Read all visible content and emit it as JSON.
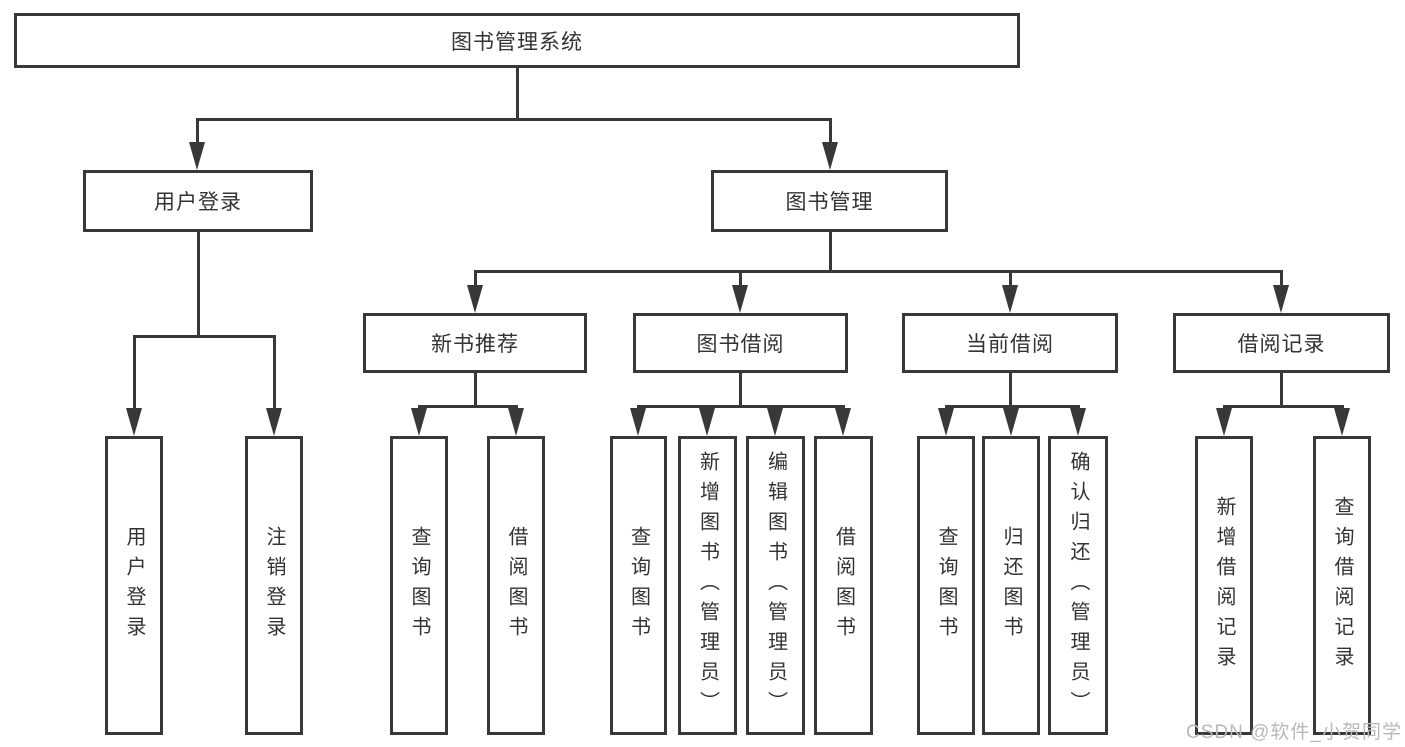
{
  "diagram": {
    "root": {
      "label": "图书管理系统"
    },
    "level2": {
      "user_login": {
        "label": "用户登录"
      },
      "book_management": {
        "label": "图书管理"
      }
    },
    "level3": {
      "new_book_recommend": {
        "label": "新书推荐"
      },
      "book_borrowing": {
        "label": "图书借阅"
      },
      "current_borrowing": {
        "label": "当前借阅"
      },
      "borrowing_records": {
        "label": "借阅记录"
      }
    },
    "leaves": {
      "user_login": [
        "用户登录",
        "注销登录"
      ],
      "new_book_recommend": [
        "查询图书",
        "借阅图书"
      ],
      "book_borrowing": [
        "查询图书",
        "新增图书（管理员）",
        "编辑图书（管理员）",
        "借阅图书"
      ],
      "current_borrowing": [
        "查询图书",
        "归还图书",
        "确认归还（管理员）"
      ],
      "borrowing_records": [
        "新增借阅记录",
        "查询借阅记录"
      ]
    },
    "colors": {
      "line": "#383838",
      "text": "#333333",
      "watermark": "#b9b9b9",
      "background": "#ffffff"
    }
  },
  "watermark": {
    "text": "CSDN @软件_小贺同学"
  }
}
